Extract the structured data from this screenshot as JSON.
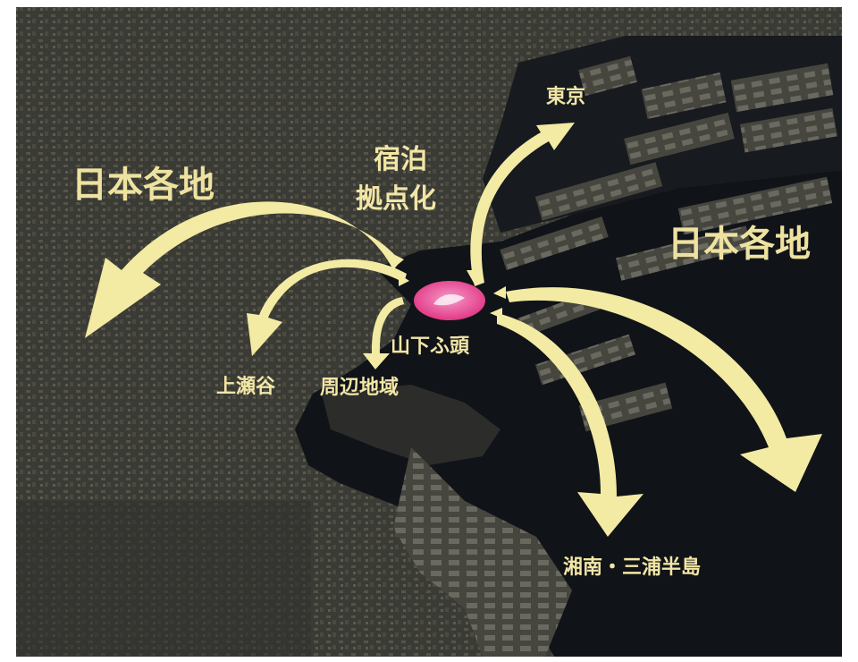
{
  "map": {
    "hub": "山下ふ頭",
    "center_label_line1": "宿泊",
    "center_label_line2": "拠点化",
    "destinations": {
      "tokyo": "東京",
      "nihon_kakuchi_left": "日本各地",
      "nihon_kakuchi_right": "日本各地",
      "kamiseya": "上瀬谷",
      "shuhen_chiiki": "周辺地域",
      "shonan_miura": "湘南・三浦半島"
    }
  },
  "colors": {
    "arrow": "#f3eaa3",
    "label": "#f2e6a6",
    "hub_marker": "#e8398f",
    "land": "#3a3a33",
    "water": "#121418"
  }
}
